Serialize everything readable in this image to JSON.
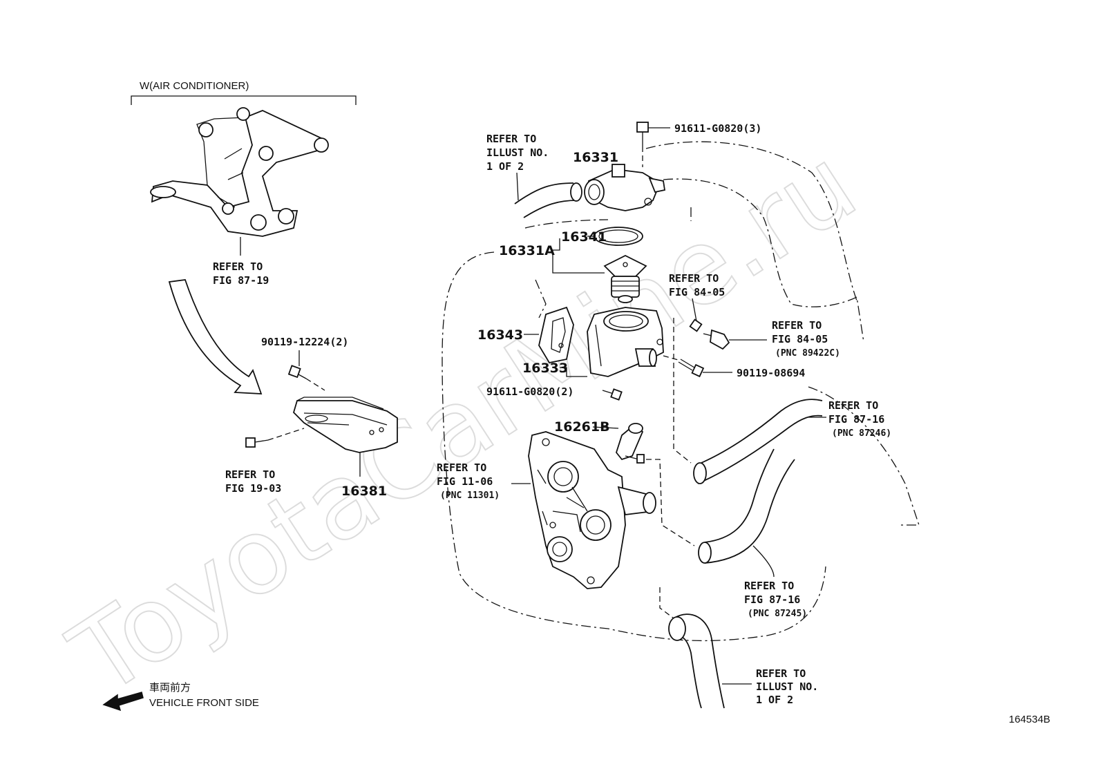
{
  "watermark": "ToyotaCarMine.ru",
  "group_label": "W(AIR CONDITIONER)",
  "bracket_ref": [
    "REFER TO",
    "FIG 87-19"
  ],
  "bolt_90119_12224": "90119-12224(2)",
  "refer_19_03": [
    "REFER TO",
    "FIG 19-03"
  ],
  "part_16381": "16381",
  "refer_illust_top": [
    "REFER TO",
    "ILLUST NO.",
    "1 OF 2"
  ],
  "bolt_91611_top": "91611-G0820(3)",
  "part_16331": "16331",
  "part_16341": "16341",
  "part_16331A": "16331A",
  "refer_84_05_a": [
    "REFER TO",
    "FIG 84-05"
  ],
  "refer_84_05_b": [
    "REFER TO",
    "FIG 84-05",
    "(PNC 89422C)"
  ],
  "part_16343": "16343",
  "part_16333": "16333",
  "bolt_90119_08694": "90119-08694",
  "bolt_91611_mid": "91611-G0820(2)",
  "part_16261B": "16261B",
  "refer_87_16_a": [
    "REFER TO",
    "FIG 87-16",
    "(PNC 87246)"
  ],
  "refer_11_06": [
    "REFER TO",
    "FIG 11-06",
    "(PNC 11301)"
  ],
  "refer_87_16_b": [
    "REFER TO",
    "FIG 87-16",
    "(PNC 87245)"
  ],
  "refer_illust_bottom": [
    "REFER TO",
    "ILLUST NO.",
    "1 OF 2"
  ],
  "vehicle_front_jp": "車両前方",
  "vehicle_front_en": "VEHICLE FRONT SIDE",
  "figure_number": "164534B"
}
